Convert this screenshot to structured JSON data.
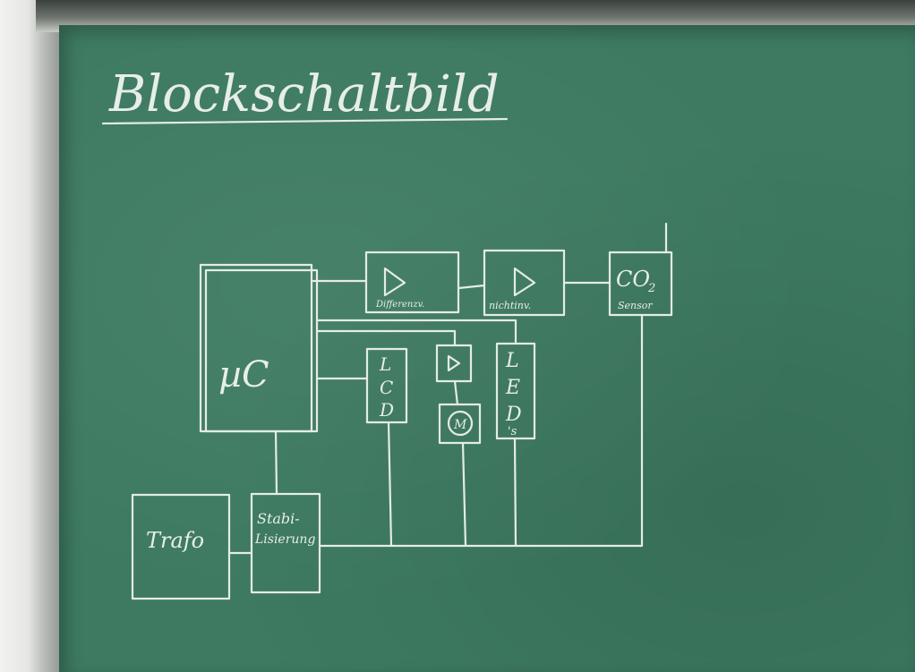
{
  "title": "Blockschaltbild",
  "blocks": {
    "mc": "µC",
    "diff_amp": "Differenzv.",
    "noninv_amp": "nichtinv.",
    "co2_formula": "CO",
    "co2_subscript": "2",
    "co2_label": "Sensor",
    "lcd_l": "L",
    "lcd_c": "C",
    "lcd_d": "D",
    "motor": "M",
    "leds_l": "L",
    "leds_e": "E",
    "leds_d": "D",
    "leds_s": "'s",
    "trafo": "Trafo",
    "stab_line1": "Stabi-",
    "stab_line2": "Lisierung"
  },
  "colors": {
    "board": "#3d7a61",
    "chalk": "#e4ece6",
    "frame": "#d9dcd8"
  }
}
